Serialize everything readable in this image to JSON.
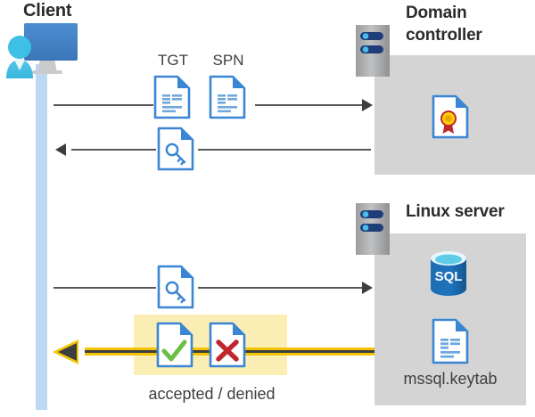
{
  "diagram": {
    "title_client": "Client",
    "title_domain_controller": "Domain\ncontroller",
    "title_domain_controller_line1": "Domain",
    "title_domain_controller_line2": "controller",
    "title_linux_server": "Linux server",
    "labels": {
      "tgt": "TGT",
      "spn": "SPN",
      "accepted_denied": "accepted / denied",
      "keytab_file": "mssql.keytab",
      "sql_text": "SQL"
    },
    "icons": {
      "client": "client-user-monitor-icon",
      "tgt_document": "document-icon",
      "spn_document": "document-icon",
      "ticket_key_document": "document-key-icon",
      "service_key_document": "document-key-icon",
      "certificate_document": "document-certificate-icon",
      "accepted_document": "document-check-icon",
      "denied_document": "document-cross-icon",
      "sql_database": "sql-database-icon",
      "keytab_document": "document-icon",
      "server_rack_dc": "server-rack-icon",
      "server_rack_linux": "server-rack-icon"
    },
    "flows": [
      {
        "id": "flow-1",
        "direction": "right",
        "from": "Client",
        "to": "Domain controller",
        "carries": [
          "TGT",
          "SPN"
        ]
      },
      {
        "id": "flow-2",
        "direction": "left",
        "from": "Domain controller",
        "to": "Client",
        "carries": [
          "service ticket key"
        ]
      },
      {
        "id": "flow-3",
        "direction": "right",
        "from": "Client",
        "to": "Linux server",
        "carries": [
          "service ticket key"
        ]
      },
      {
        "id": "flow-4",
        "direction": "left",
        "from": "Linux server",
        "to": "Client",
        "carries": [
          "accepted",
          "denied"
        ],
        "highlighted": true
      }
    ],
    "colors": {
      "panel_gray": "#d4d4d4",
      "lifeline_blue": "#bcd9f2",
      "highlight_yellow": "#fbeeb5",
      "arrow_yellow": "#f5c400",
      "line_dark": "#3c3f41",
      "doc_blue": "#3a86d4",
      "accept_green": "#6cbe45",
      "deny_red": "#c0272d",
      "sql_blue": "#1b6fb5",
      "cert_gold": "#ffd400",
      "cert_ribbon_red": "#c0272d"
    }
  }
}
